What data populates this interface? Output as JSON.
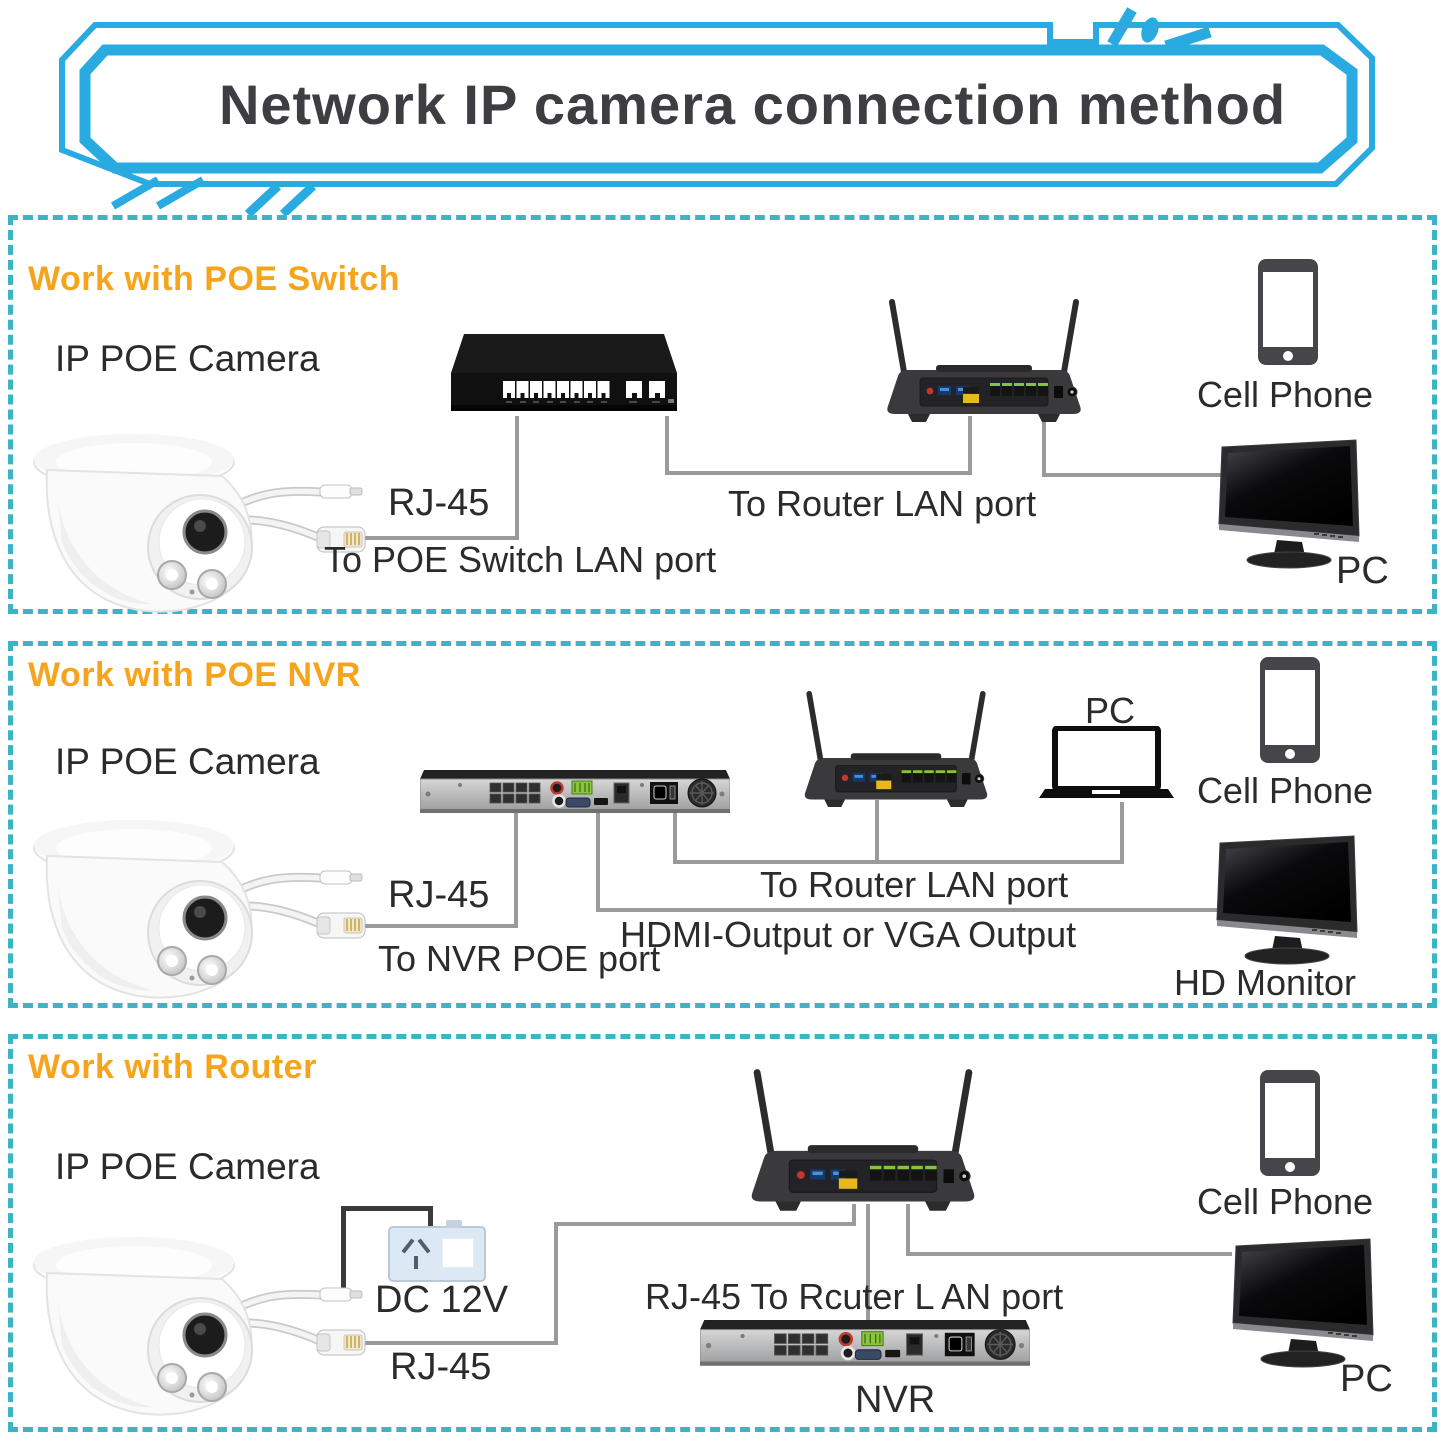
{
  "banner": {
    "title": "Network IP camera connection method"
  },
  "sections": [
    {
      "title": "Work with POE Switch",
      "camera_label": "IP POE Camera",
      "labels": {
        "rj45": "RJ-45",
        "to_switch": "To POE Switch LAN port",
        "to_router": "To Router LAN port",
        "cell_phone": "Cell Phone",
        "pc": "PC"
      }
    },
    {
      "title": "Work with POE NVR",
      "camera_label": "IP POE Camera",
      "labels": {
        "rj45": "RJ-45",
        "to_nvr": "To NVR POE port",
        "to_router": "To Router LAN port",
        "hdmi": "HDMI-Output or VGA Output",
        "pc": "PC",
        "cell_phone": "Cell Phone",
        "hd_monitor": "HD Monitor"
      }
    },
    {
      "title": "Work with Router",
      "camera_label": "IP POE Camera",
      "labels": {
        "dc": "DC 12V",
        "rj45": "RJ-45",
        "to_router": "RJ-45 To Rcuter L AN port",
        "nvr": "NVR",
        "cell_phone": "Cell Phone",
        "pc": "PC"
      }
    }
  ],
  "icons": {
    "camera": "ip-dome-camera-image",
    "switch": "poe-switch-image",
    "router": "wifi-router-image",
    "nvr": "nvr-recorder-image",
    "monitor": "monitor-icon",
    "laptop": "laptop-icon",
    "phone": "cell-phone-icon",
    "outlet": "power-outlet-icon"
  },
  "colors": {
    "banner_blue": "#29ABE2",
    "section_title_orange": "#F7A41D",
    "border_teal": "#3DB3C6",
    "cable_gray": "#9A9A9A",
    "cable_black": "#3A3A3A",
    "text": "#2B2B2B"
  }
}
